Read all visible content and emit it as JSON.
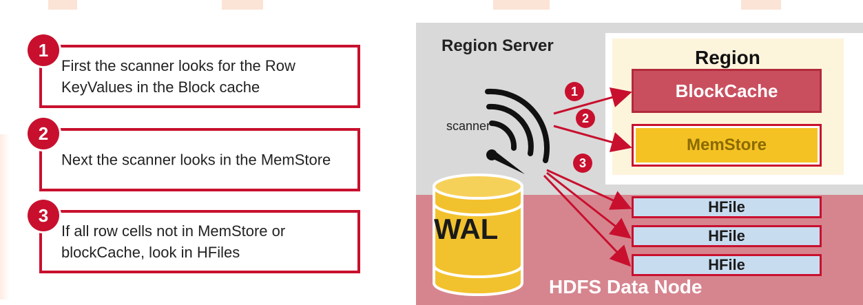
{
  "steps": [
    {
      "badge": "1",
      "text": "First the scanner looks for the Row KeyValues in the Block cache"
    },
    {
      "badge": "2",
      "text": "Next the scanner looks in the MemStore"
    },
    {
      "badge": "3",
      "text": "If all row cells not in MemStore or blockCache, look in HFiles"
    }
  ],
  "diagram": {
    "region_server_label": "Region Server",
    "region_label": "Region",
    "blockcache_label": "BlockCache",
    "memstore_label": "MemStore",
    "hfiles": [
      "HFile",
      "HFile",
      "HFile"
    ],
    "scanner_label": "scanner",
    "wal_label": "WAL",
    "hdfs_label": "HDFS Data Node",
    "arrow_numbers": [
      "1",
      "2",
      "3"
    ]
  },
  "colors": {
    "accent_red": "#c8102e",
    "blockcache": "#c94f5f",
    "memstore": "#f5c224",
    "hfile": "#c8dcf0",
    "hdfs": "#d6858f",
    "server": "#d9d9d9",
    "region": "#fdf4dc",
    "wal_yellow": "#f2c12e"
  }
}
